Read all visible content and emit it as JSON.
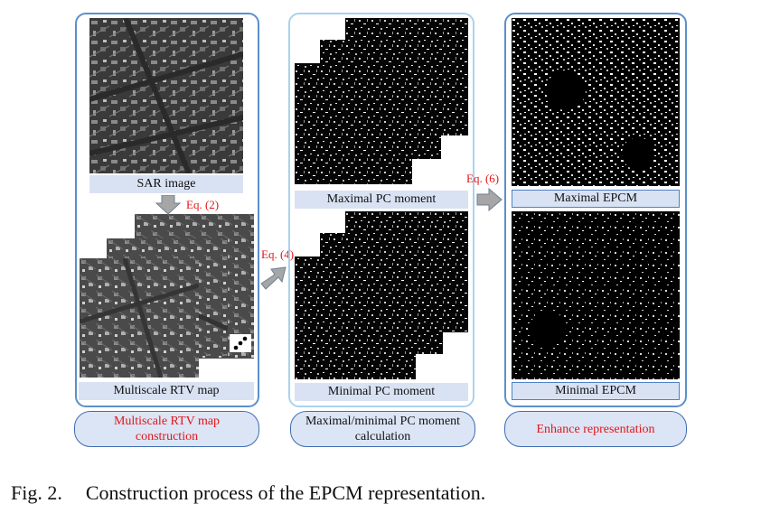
{
  "panels": {
    "rtv": {
      "caption_input": "SAR image",
      "caption_output": "Multiscale RTV map",
      "stage_label": "Multiscale RTV map\nconstruction"
    },
    "pc": {
      "caption_max": "Maximal PC moment",
      "caption_min": "Minimal PC moment",
      "stage_label": "Maximal/minimal PC moment\ncalculation"
    },
    "epcm": {
      "caption_max": "Maximal EPCM",
      "caption_min": "Minimal EPCM",
      "stage_label": "Enhance representation"
    }
  },
  "equations": {
    "eq2": "Eq. (2)",
    "eq4": "Eq. (4)",
    "eq6": "Eq. (6)"
  },
  "figure_caption": {
    "number": "Fig. 2.",
    "text": "Construction process of the EPCM representation."
  },
  "colors": {
    "accent_red": "#e0161a",
    "panel_border": "#5b8fcc",
    "pill_fill": "#dce5f5",
    "caption_fill": "#d9e2f3"
  }
}
